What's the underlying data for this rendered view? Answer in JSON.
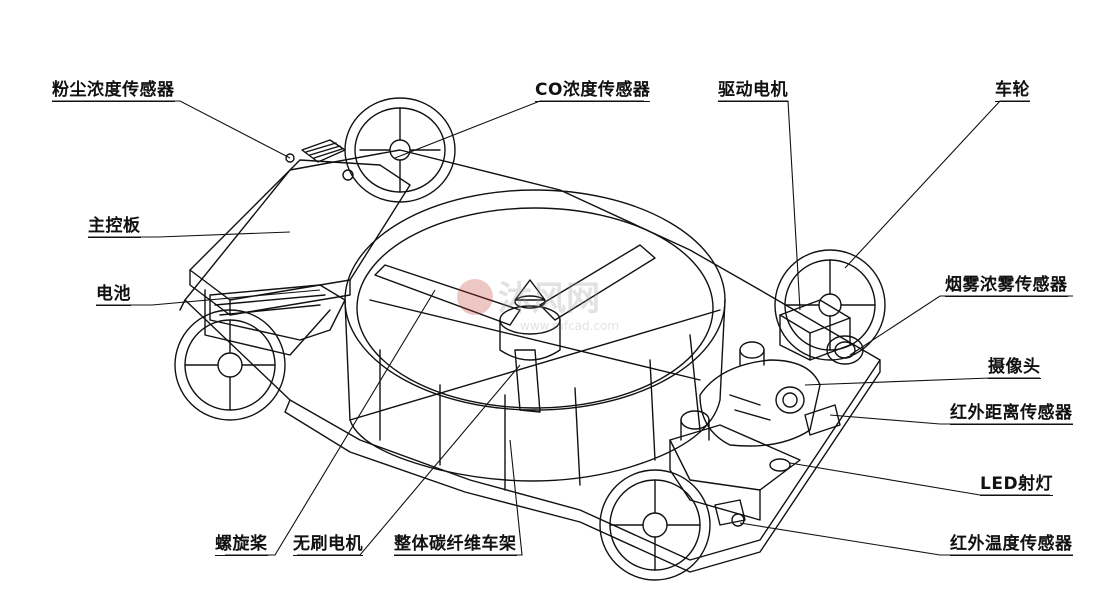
{
  "labels": {
    "dust_sensor": "粉尘浓度传感器",
    "co_sensor": "CO浓度传感器",
    "drive_motor": "驱动电机",
    "wheel": "车轮",
    "main_board": "主控板",
    "smoke_sensor": "烟雾浓雾传感器",
    "battery": "电池",
    "camera": "摄像头",
    "ir_distance_sensor": "红外距离传感器",
    "led_light": "LED射灯",
    "propeller": "螺旋桨",
    "brushless_motor": "无刷电机",
    "carbon_frame": "整体碳纤维车架",
    "ir_temperature_sensor": "红外温度传感器"
  },
  "watermark": {
    "main": "沐风网",
    "sub": "www.mfcad.com"
  }
}
